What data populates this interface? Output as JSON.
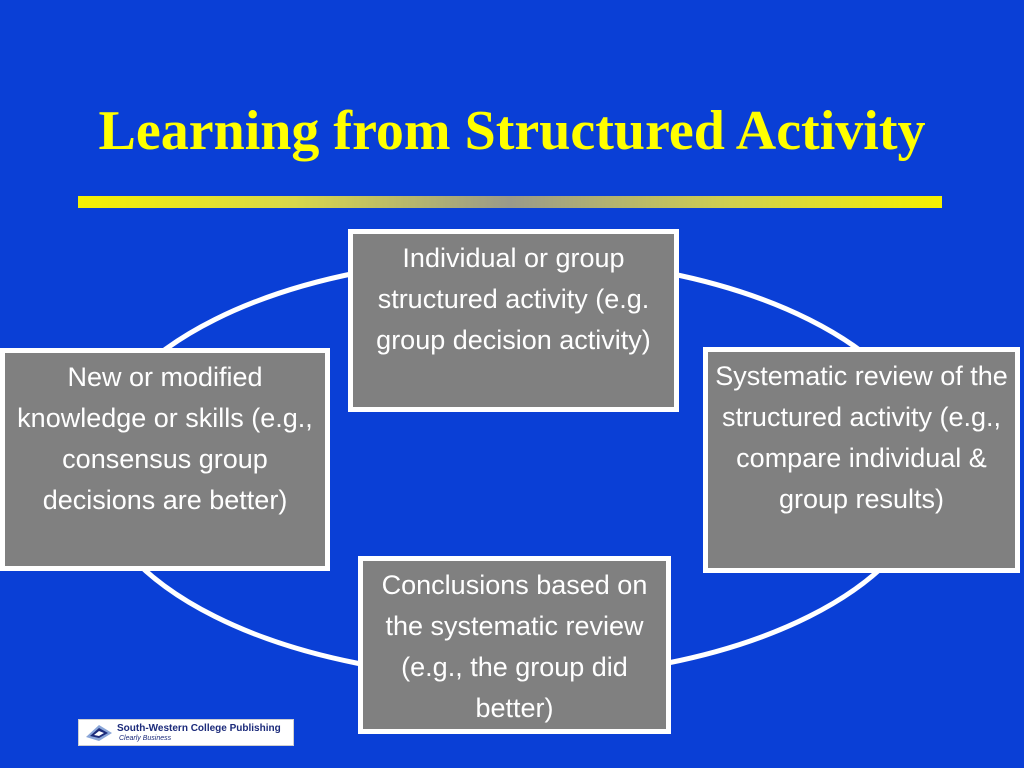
{
  "slide": {
    "title": "Learning from Structured Activity"
  },
  "cycle": {
    "top": "Individual or group structured activity (e.g. group decision activity)",
    "right": "Systematic review of the structured activity (e.g., compare individual & group results)",
    "bottom": "Conclusions based on the systematic review (e.g., the group did better)",
    "left": "New or modified knowledge or skills (e.g., consensus group decisions are better)"
  },
  "logo": {
    "name": "South-Western College Publishing",
    "tagline": "Clearly Business"
  },
  "colors": {
    "background": "#0a3fd6",
    "title": "#ffff00",
    "box_fill": "#808080",
    "box_border": "#ffffff",
    "ring": "#ffffff"
  }
}
